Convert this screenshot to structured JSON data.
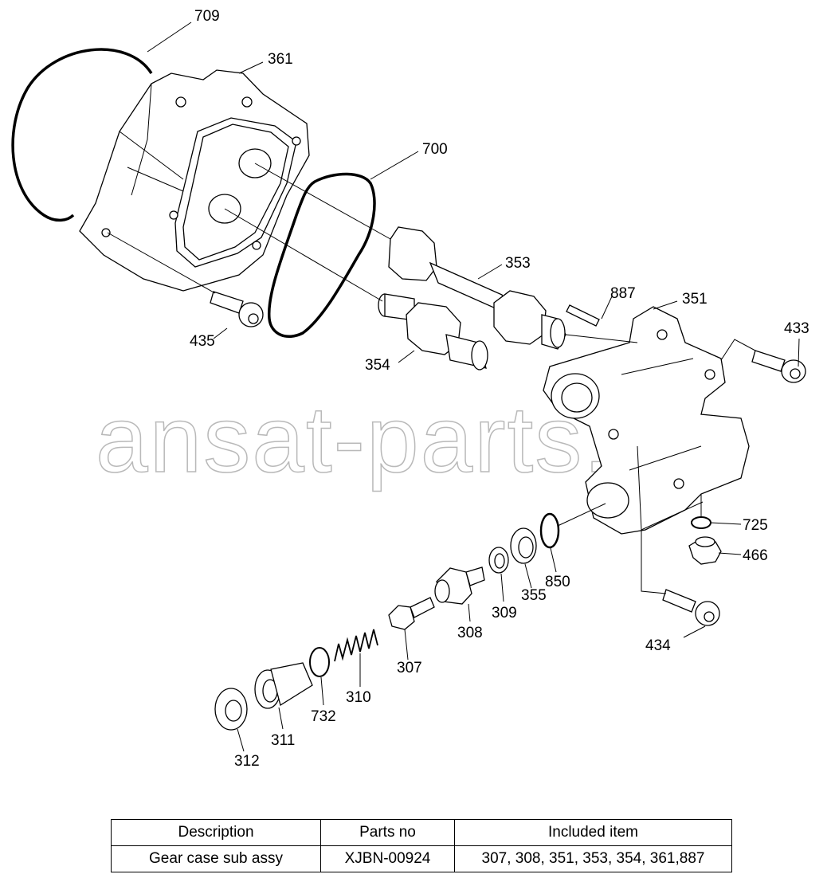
{
  "watermark": "ansat-parts.ru",
  "callouts": {
    "c709": "709",
    "c361": "361",
    "c700": "700",
    "c353": "353",
    "c887": "887",
    "c351": "351",
    "c433": "433",
    "c435": "435",
    "c354": "354",
    "c725": "725",
    "c466": "466",
    "c850": "850",
    "c355": "355",
    "c309": "309",
    "c308": "308",
    "c434": "434",
    "c307": "307",
    "c310": "310",
    "c732": "732",
    "c311": "311",
    "c312": "312"
  },
  "table": {
    "headers": [
      "Description",
      "Parts no",
      "Included item"
    ],
    "rows": [
      [
        "Gear case sub assy",
        "XJBN-00924",
        "307, 308, 351, 353, 354, 361,887"
      ]
    ]
  }
}
